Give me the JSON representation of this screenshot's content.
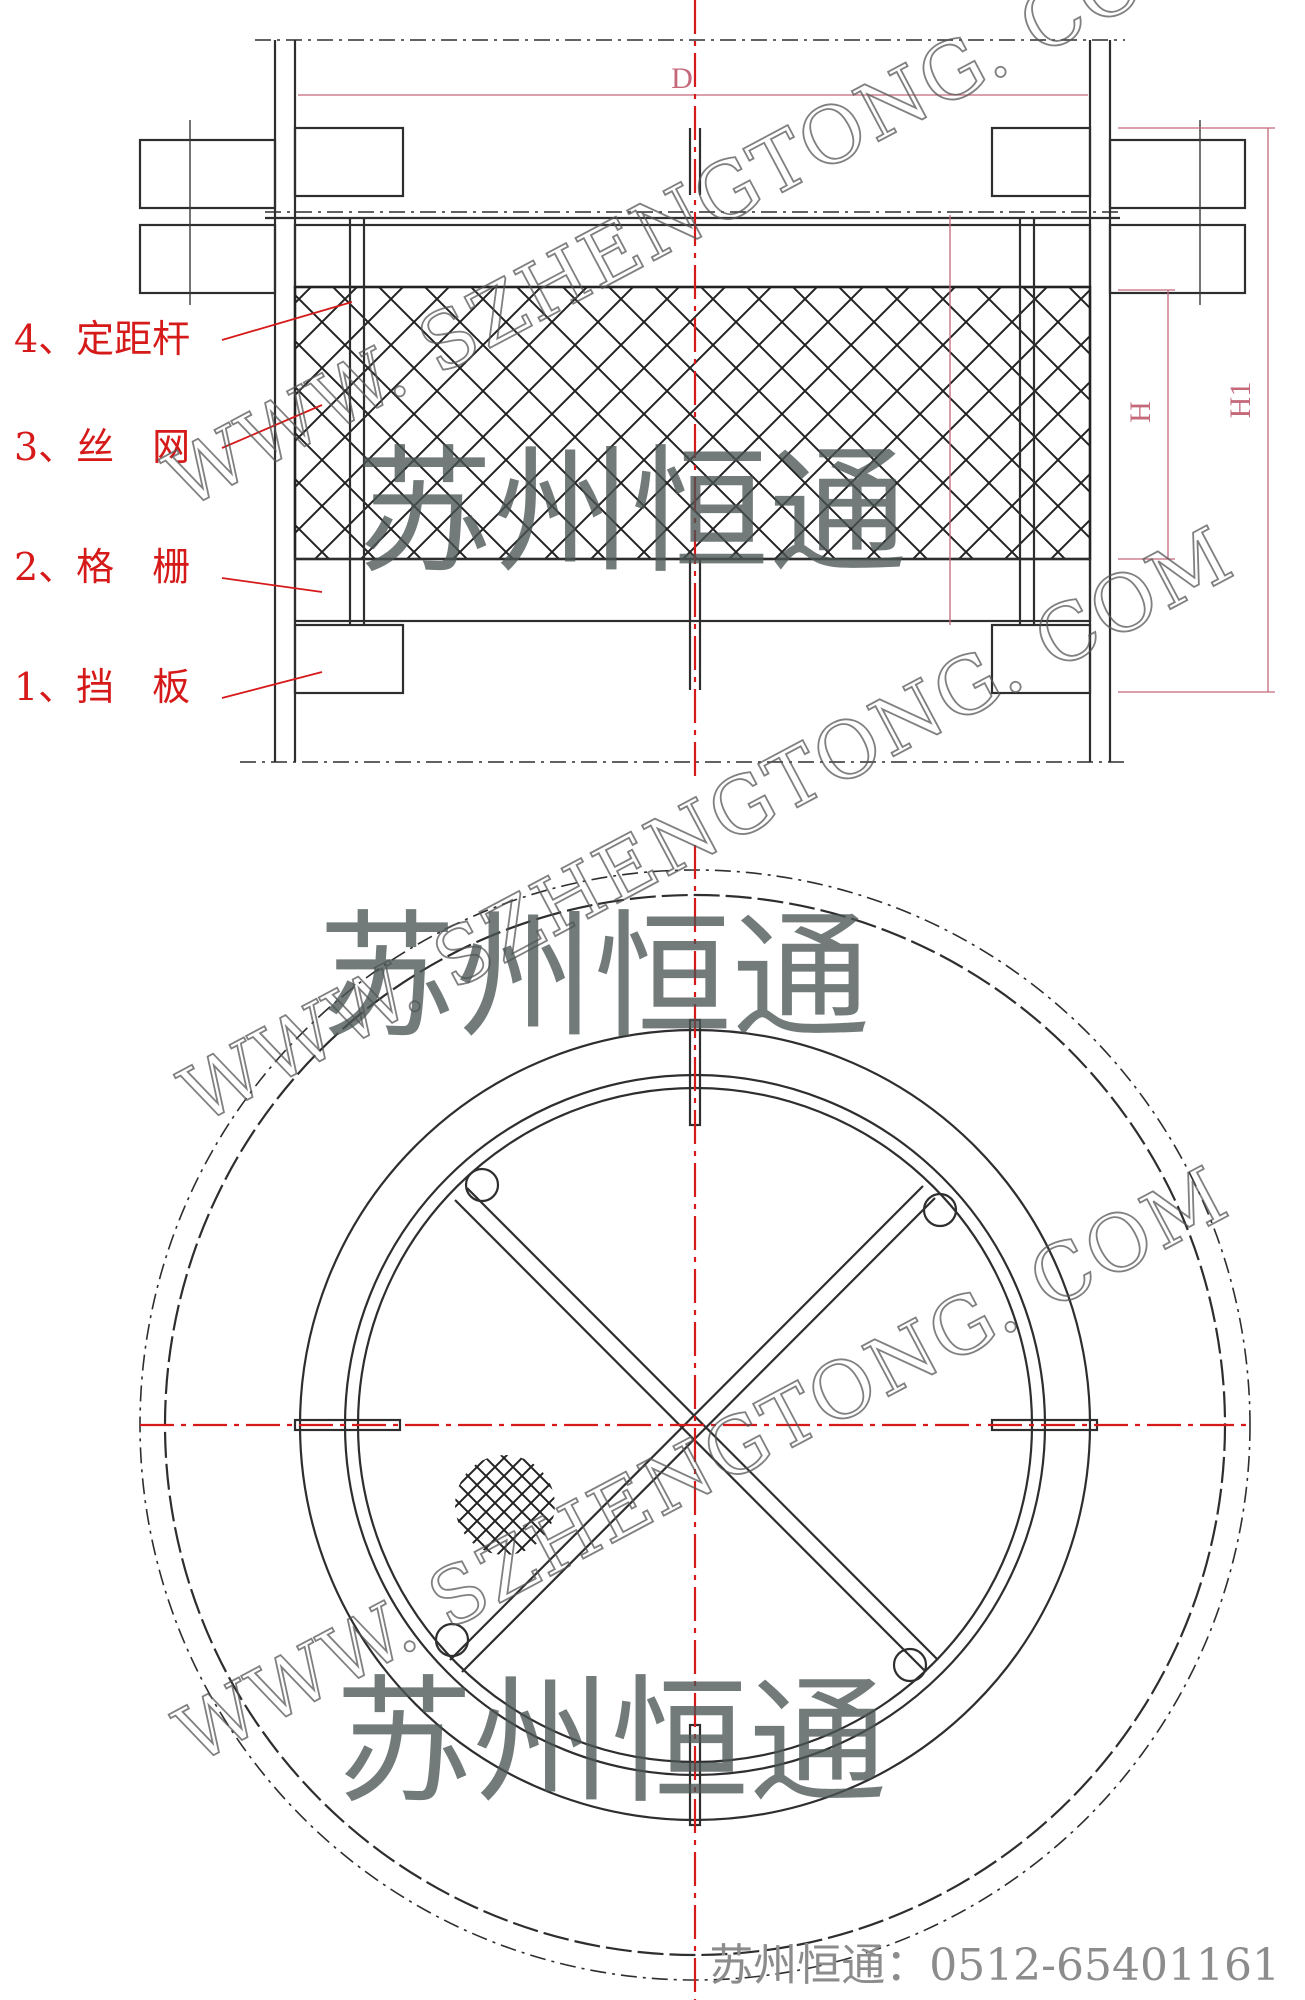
{
  "labels": {
    "spacer_rod": "4、定距杆",
    "wire_mesh": "3、丝　网",
    "grid": "2、格　栅",
    "baffle": "1、挡　板"
  },
  "dimensions": {
    "diameter": "D",
    "height": "H",
    "total_height": "H1"
  },
  "watermark": {
    "company_cn": "苏州恒通",
    "website": "WWW. SZHENGTONG. COM"
  },
  "footer": {
    "contact": "苏州恒通：0512-65401161"
  },
  "colors": {
    "label_red": "#d61a1a",
    "dimension_pink": "#c4687a",
    "line_dark": "#2e2e2e",
    "watermark_gray": "#4a5454"
  }
}
